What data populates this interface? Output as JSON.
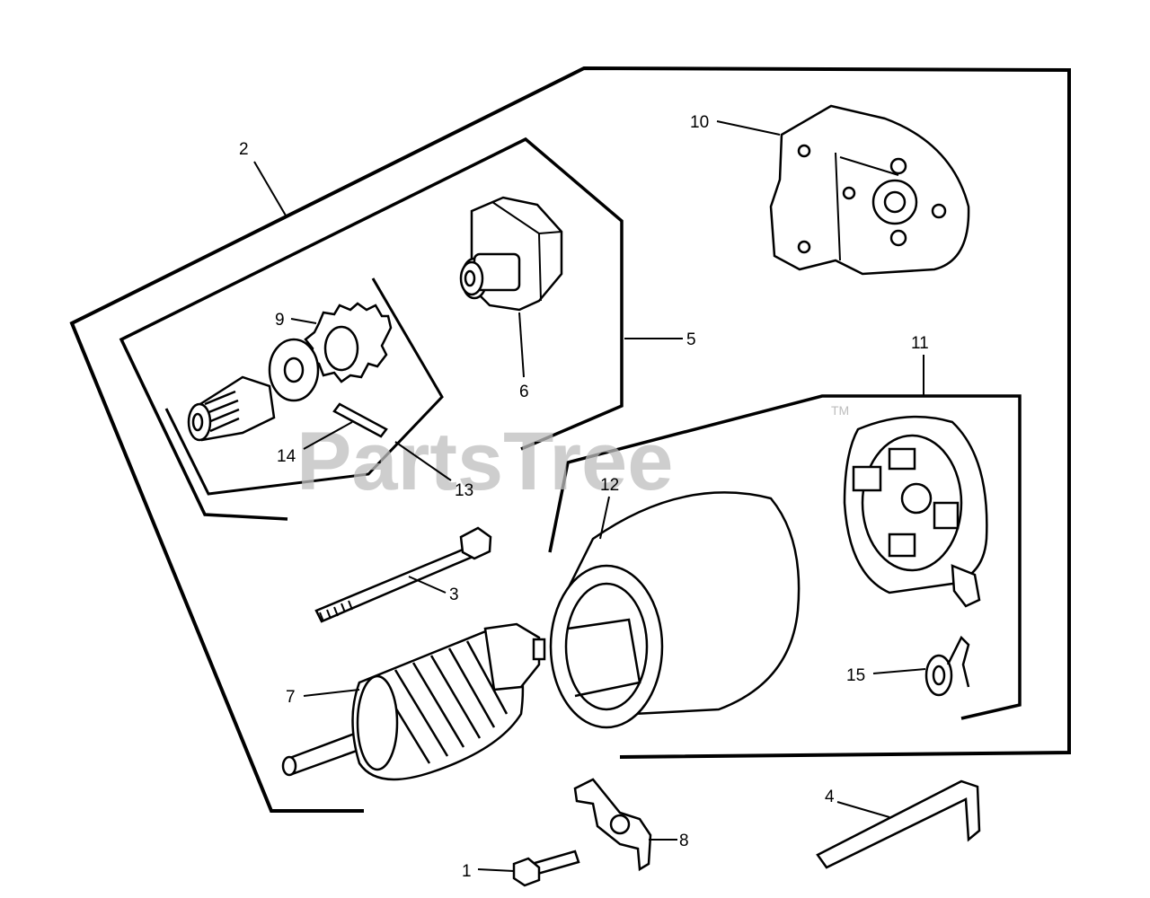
{
  "watermark": {
    "text": "PartsTree",
    "trademark": "TM"
  },
  "callouts": [
    {
      "id": "1",
      "label": "1"
    },
    {
      "id": "2",
      "label": "2"
    },
    {
      "id": "3",
      "label": "3"
    },
    {
      "id": "4",
      "label": "4"
    },
    {
      "id": "5",
      "label": "5"
    },
    {
      "id": "6",
      "label": "6"
    },
    {
      "id": "7",
      "label": "7"
    },
    {
      "id": "8",
      "label": "8"
    },
    {
      "id": "9",
      "label": "9"
    },
    {
      "id": "10",
      "label": "10"
    },
    {
      "id": "11",
      "label": "11"
    },
    {
      "id": "12",
      "label": "12"
    },
    {
      "id": "13",
      "label": "13"
    },
    {
      "id": "14",
      "label": "14"
    },
    {
      "id": "15",
      "label": "15"
    }
  ]
}
